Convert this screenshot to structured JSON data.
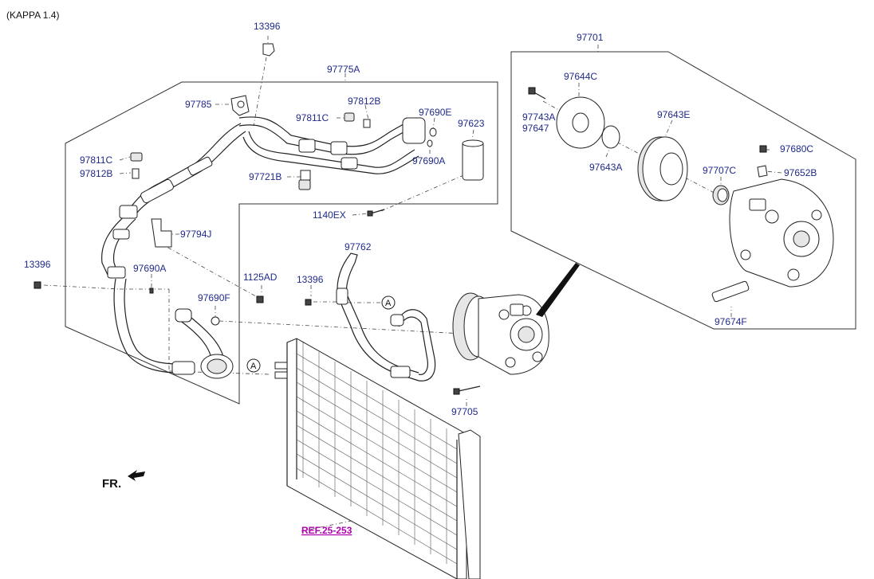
{
  "header": {
    "title": "(KAPPA 1.4)"
  },
  "labels": {
    "l_13396_top": "13396",
    "l_97775A": "97775A",
    "l_97785": "97785",
    "l_97812B_top": "97812B",
    "l_97811C_top": "97811C",
    "l_97690E": "97690E",
    "l_97623": "97623",
    "l_97690A_top": "97690A",
    "l_97811C_left": "97811C",
    "l_97812B_left": "97812B",
    "l_97721B": "97721B",
    "l_1140EX": "1140EX",
    "l_97794J": "97794J",
    "l_13396_left": "13396",
    "l_97690A_mid": "97690A",
    "l_1125AD": "1125AD",
    "l_13396_mid": "13396",
    "l_97762": "97762",
    "l_97690F": "97690F",
    "l_97705": "97705",
    "l_97701": "97701",
    "l_97644C": "97644C",
    "l_97743A": "97743A",
    "l_97647": "97647",
    "l_97643E": "97643E",
    "l_97643A": "97643A",
    "l_97680C": "97680C",
    "l_97707C": "97707C",
    "l_97652B": "97652B",
    "l_97674F": "97674F"
  },
  "circle_refs": {
    "a1": "A",
    "a2": "A"
  },
  "ref_link": "REF.25-253",
  "direction": "FR.",
  "colors": {
    "label": "#1f2a8a",
    "ref": "#b000b0",
    "line": "#222222"
  }
}
